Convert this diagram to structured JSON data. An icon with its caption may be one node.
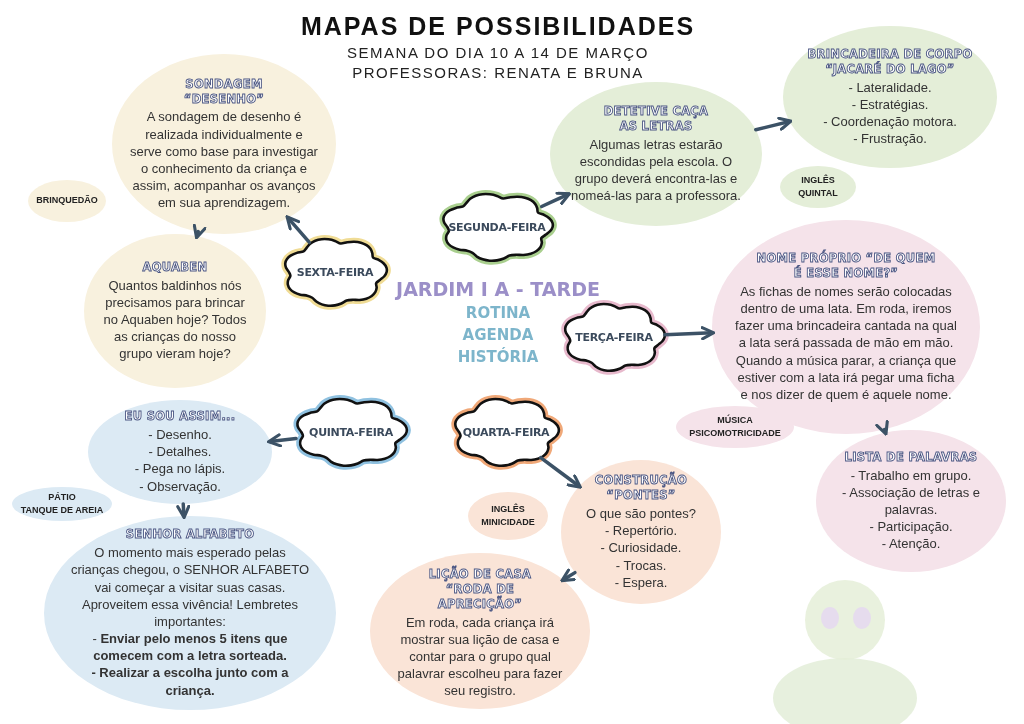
{
  "diagram": {
    "title": "MAPAS DE POSSIBILIDADES",
    "nodes": [
      {
        "text": [
          "SEGUNDA-FEIRA"
        ]
      },
      {
        "text": [
          "DETETIVE CAÇA AS LETRAS",
          "Algumas letras estarão escondidas pela escola. O grupo deverá encontra-las e nomeá-las para a professora."
        ]
      },
      {
        "text": [
          "BRINCADEIRA DE CORPO “JACARÉ DO LAGO”",
          "- Lateralidade.",
          "- Estratégias.",
          "- Coordenação motora.",
          "- Frustração."
        ]
      },
      {
        "text": [
          "INGLÊS",
          "QUINTAL"
        ]
      },
      {
        "text": [
          "TERÇA-FEIRA"
        ]
      },
      {
        "text": [
          "NOME PRÓPRIO “DE QUEM É ESSE NOME?”",
          "As fichas de nomes serão colocadas dentro de uma lata. Em roda, iremos fazer uma brincadeira cantada na qual a lata será passada de mão em mão. Quando a música parar, a criança que estiver com a lata irá pegar uma ficha e nos dizer de quem é aquele nome."
        ]
      },
      {
        "text": [
          "MÚSICA",
          "PSICOMOTRICIDADE"
        ]
      },
      {
        "text": [
          "LISTA DE PALAVRAS",
          "- Trabalho em grupo.",
          "- Associação de letras e palavras.",
          "- Participação.",
          "- Atenção."
        ]
      },
      {
        "text": [
          "QUARTA-FEIRA"
        ]
      },
      {
        "text": [
          "CONSTRUÇÃO “PONTES”",
          "O que são pontes?",
          "- Repertório.",
          "- Curiosidade.",
          "- Trocas.",
          "- Espera."
        ]
      },
      {
        "text": [
          "INGLÊS",
          "MINICIDADE"
        ]
      },
      {
        "text": [
          "LIÇÃO DE CASA “RODA DE APRECIÇÃO”",
          "Em roda, cada criança irá mostrar sua lição de casa e contar para o grupo qual palavrar escolheu para fazer seu registro."
        ]
      },
      {
        "text": [
          "QUINTA-FEIRA"
        ]
      },
      {
        "text": [
          "EU SOU ASSIM...",
          "- Desenho.",
          "- Detalhes.",
          "- Pega no lápis.",
          "- Observação."
        ]
      },
      {
        "text": [
          "PÁTIO",
          "TANQUE DE AREIA"
        ]
      },
      {
        "text": [
          "SENHOR ALFABETO",
          "O momento mais esperado pelas crianças chegou, o SENHOR ALFABETO vai começar a visitar suas casas. Aproveitem essa vivência! Lembretes importantes:",
          "- **Enviar pelo menos 5 itens que comecem com a letra sorteada.**",
          "**- Realizar a escolha junto com a criança.**"
        ]
      },
      {
        "text": [
          "SEXTA-FEIRA"
        ]
      },
      {
        "text": [
          "SONDAGEM “DESENHO”",
          "A sondagem de desenho é realizada individualmente e serve como base para investigar o conhecimento da criança e assim, acompanhar os avanços em sua aprendizagem."
        ]
      },
      {
        "text": [
          "BRINQUEDÃO"
        ]
      },
      {
        "text": [
          "AQUABEN",
          "Quantos baldinhos nós precisamos para brincar no Aquaben hoje? Todos as crianças do nosso grupo vieram hoje?"
        ]
      }
    ],
    "edges": [
      {
        "from": 0,
        "to": 1,
        "arrow": "to"
      },
      {
        "from": 1,
        "to": 2,
        "arrow": "to"
      },
      {
        "from": 4,
        "to": 5,
        "arrow": "to"
      },
      {
        "from": 5,
        "to": 7,
        "arrow": "to"
      },
      {
        "from": 8,
        "to": 9,
        "arrow": "to"
      },
      {
        "from": 9,
        "to": 11,
        "arrow": "to"
      },
      {
        "from": 12,
        "to": 13,
        "arrow": "to"
      },
      {
        "from": 13,
        "to": 15,
        "arrow": "to"
      },
      {
        "from": 16,
        "to": 17,
        "arrow": "to"
      },
      {
        "from": 17,
        "to": 19,
        "arrow": "to"
      }
    ],
    "labels": [
      "SEMANA DO DIA  10 A 14 DE MARÇO",
      "PROFESSORAS: RENATA E BRUNA",
      "JARDIM I A - TARDE",
      "ROTINA",
      "AGENDA",
      "HISTÓRIA"
    ]
  }
}
